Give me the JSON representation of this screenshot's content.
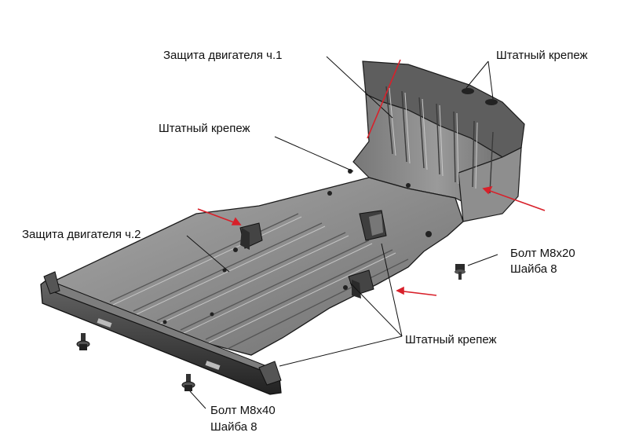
{
  "labels": {
    "engine_guard_part1": "Защита двигателя ч.1",
    "engine_guard_part2": "Защита двигателя ч.2",
    "stock_mount_top_right": "Штатный крепеж",
    "stock_mount_mid_left": "Штатный крепеж",
    "stock_mount_bottom": "Штатный крепеж",
    "bolt_m8x20_line1": "Болт М8х20",
    "bolt_m8x20_line2": "Шайба 8",
    "bolt_m8x40_line1": "Болт М8х40",
    "bolt_m8x40_line2": "Шайба 8"
  },
  "colors": {
    "plate_top": "#8a8a8a",
    "plate_dark": "#4a4a4a",
    "plate_light": "#b4b4b4",
    "outline": "#1a1a1a",
    "arrow_red": "#d8202a"
  },
  "icons": [
    "bolt-icon",
    "washer-icon",
    "red-arrow-icon"
  ]
}
